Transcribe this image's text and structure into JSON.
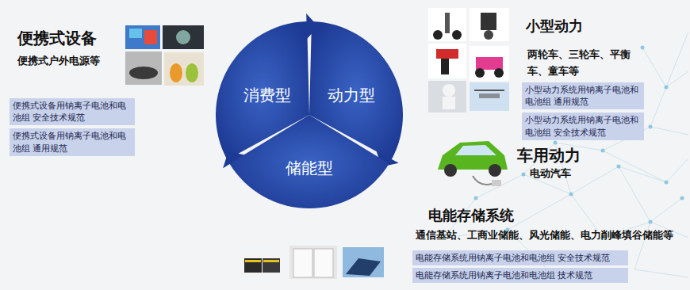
{
  "diagram": {
    "nodes": [
      {
        "text": [
          "便携式设备用钠离子电池和电池组 安全技术规范"
        ]
      },
      {
        "text": [
          "便携式设备用钠离子电池和电池组 通用规范"
        ]
      },
      {
        "text": [
          "消费型"
        ]
      },
      {
        "text": [
          "动力型"
        ]
      },
      {
        "text": [
          "小型动力系统用钠离子电池和电池组 通用规范"
        ]
      },
      {
        "text": [
          "小型动力系统用钠离子电池和电池组 安全技术规范"
        ]
      },
      {
        "text": [
          "储能型"
        ]
      },
      {
        "text": [
          "电能存储系统用钠离子电池和电池组 安全技术规范"
        ]
      },
      {
        "text": [
          "电能存储系统用钠离子电池和电池组 技术规范"
        ]
      }
    ],
    "labels": [
      "便携式设备",
      "便携式户外电源等",
      "小型动力",
      "两轮车、三轮车、平衡车、童车等",
      "车用动力",
      "电动汽车",
      "电能存储系统",
      "通信基站、工商业储能、风光储能、电力削峰填谷储能等"
    ]
  }
}
